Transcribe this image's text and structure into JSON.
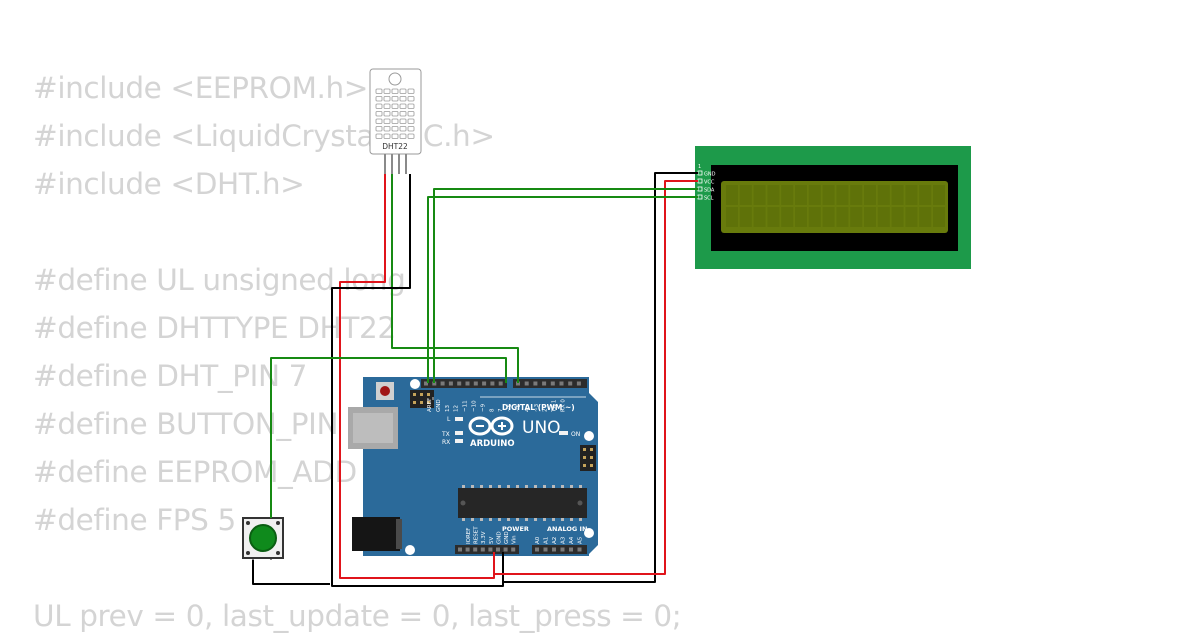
{
  "code_lines": [
    "#include <EEPROM.h>",
    "#include <LiquidCrystal_I2C.h>",
    "#include <DHT.h>",
    "",
    "#define UL unsigned long",
    "#define DHTTYPE DHT22",
    "#define DHT_PIN 7",
    "#define BUTTON_PIN",
    "#define EEPROM_ADD",
    "#define FPS 5",
    "",
    "UL prev = 0, last_update = 0, last_press = 0;"
  ],
  "dht22": {
    "label": "DHT22"
  },
  "lcd": {
    "pins": [
      "GND",
      "VCC",
      "SDA",
      "SCL"
    ]
  },
  "arduino": {
    "brand": "ARDUINO",
    "model": "UNO",
    "digital_label": "DIGITAL (PWM ~)",
    "power_label": "POWER",
    "analog_label": "ANALOG IN",
    "on_label": "ON",
    "tx_label": "TX",
    "rx_label": "RX",
    "l_label": "L",
    "digital_pins": [
      "AREF",
      "GND",
      "13",
      "12",
      "~11",
      "~10",
      "~9",
      "8",
      "7",
      "~6",
      "~5",
      "4",
      "~3",
      "2",
      "TX 1",
      "RX 0"
    ],
    "power_pins": [
      "IOREF",
      "RESET",
      "3.3V",
      "5V",
      "GND",
      "GND",
      "Vin"
    ],
    "analog_pins": [
      "A0",
      "A1",
      "A2",
      "A3",
      "A4",
      "A5"
    ]
  },
  "colors": {
    "board": "#2b6a9a",
    "lcd_pcb": "#1d9a4a",
    "lcd_screen": "#687b0c",
    "button_cap": "#0f8a1c",
    "wire_red": "#e0141b",
    "wire_green": "#178a13",
    "wire_black": "#000000",
    "code_text": "#d4d4d4"
  }
}
